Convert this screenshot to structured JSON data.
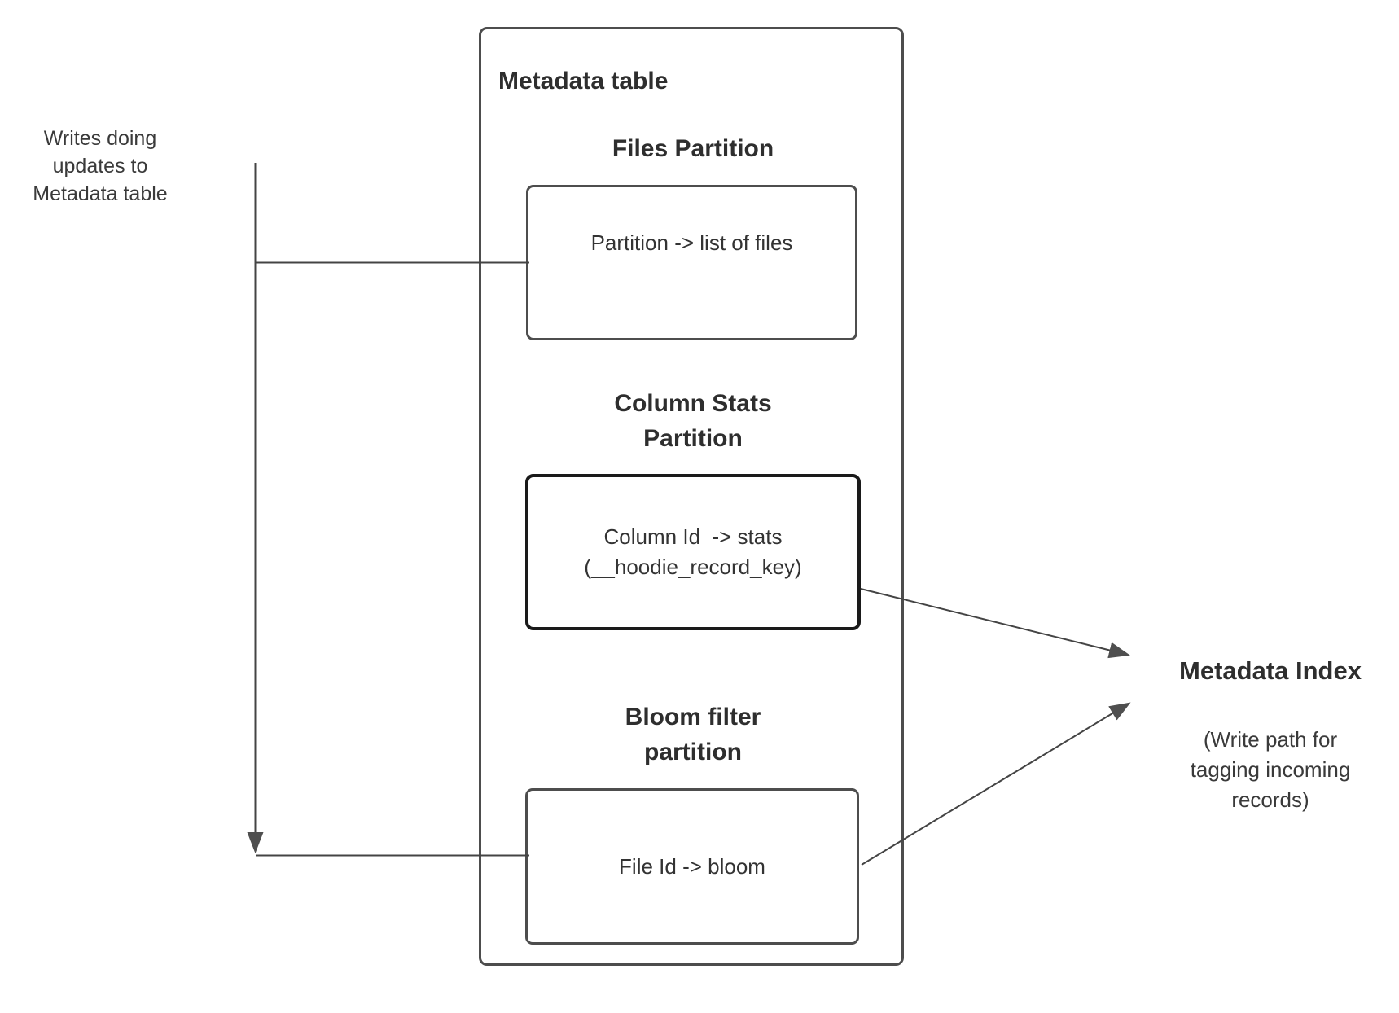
{
  "colors": {
    "background": "#ffffff",
    "box_border": "#4d4d4d",
    "stats_box_border": "#1a1a1a",
    "connector_line": "#444444",
    "arrowhead": "#4f4f4f",
    "text": "#333333"
  },
  "left_note": {
    "lines": [
      "Writes doing",
      "updates to",
      "Metadata table"
    ]
  },
  "metadata_table": {
    "title": "Metadata table",
    "files_partition": {
      "heading": "Files Partition",
      "body_lines": [
        "Partition -> list of files"
      ]
    },
    "column_stats_partition": {
      "heading_lines": [
        "Column Stats",
        "Partition"
      ],
      "body_lines": [
        "Column Id  -> stats",
        "(__hoodie_record_key)"
      ]
    },
    "bloom_filter_partition": {
      "heading_lines": [
        "Bloom filter",
        "partition"
      ],
      "body_lines": [
        "File Id -> bloom"
      ]
    }
  },
  "metadata_index": {
    "title": "Metadata Index",
    "subtitle_lines": [
      "(Write path for",
      "tagging incoming",
      "records)"
    ]
  }
}
